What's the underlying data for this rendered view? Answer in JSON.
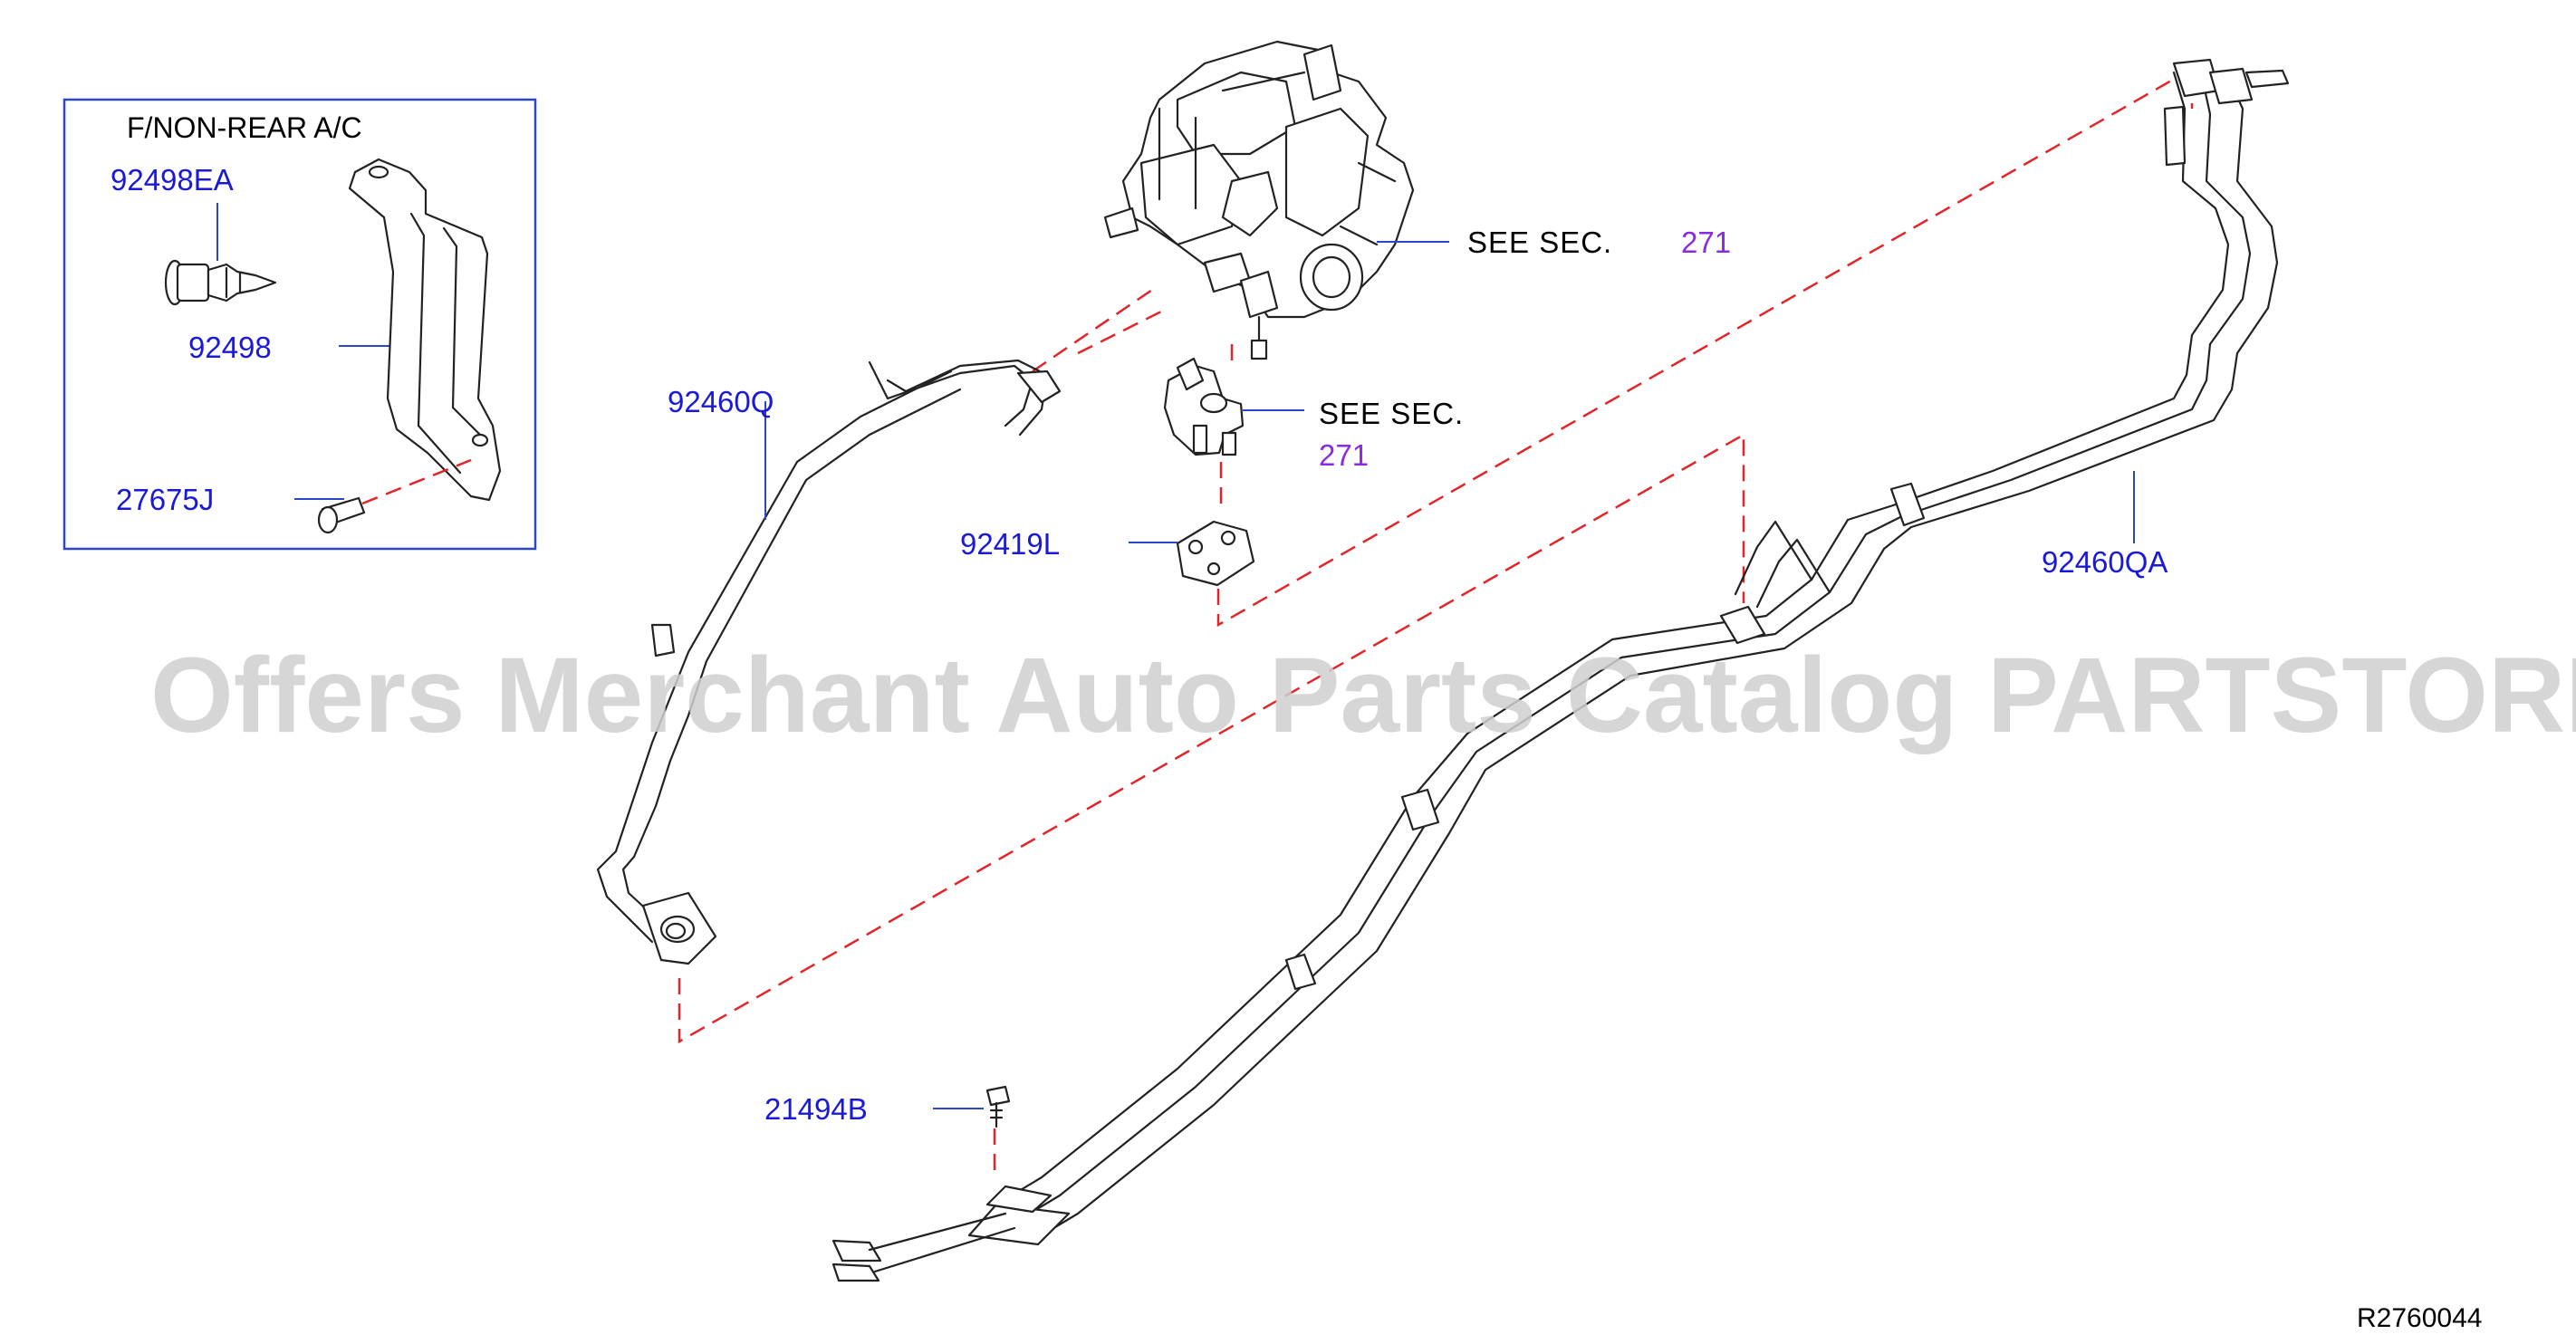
{
  "inset": {
    "title": "F/NON-REAR  A/C",
    "labels": [
      "92498EA",
      "92498",
      "27675J"
    ]
  },
  "callouts": {
    "c92460Q": "92460Q",
    "c92419L": "92419L",
    "c92460QA": "92460QA",
    "c21494B": "21494B"
  },
  "refs": {
    "ref1_text": "SEE   SEC.",
    "ref1_num": "271",
    "ref2_text": "SEE   SEC.",
    "ref2_num": "271"
  },
  "watermark": "Offers Merchant Auto Parts Catalog PARTSTORE.SA",
  "diagram_code": "R2760044",
  "colors": {
    "callout": "#1a1ad6",
    "section_ref": "#8a2be2",
    "dashed_link": "#e0262a",
    "inset_border": "#2b46c7"
  }
}
